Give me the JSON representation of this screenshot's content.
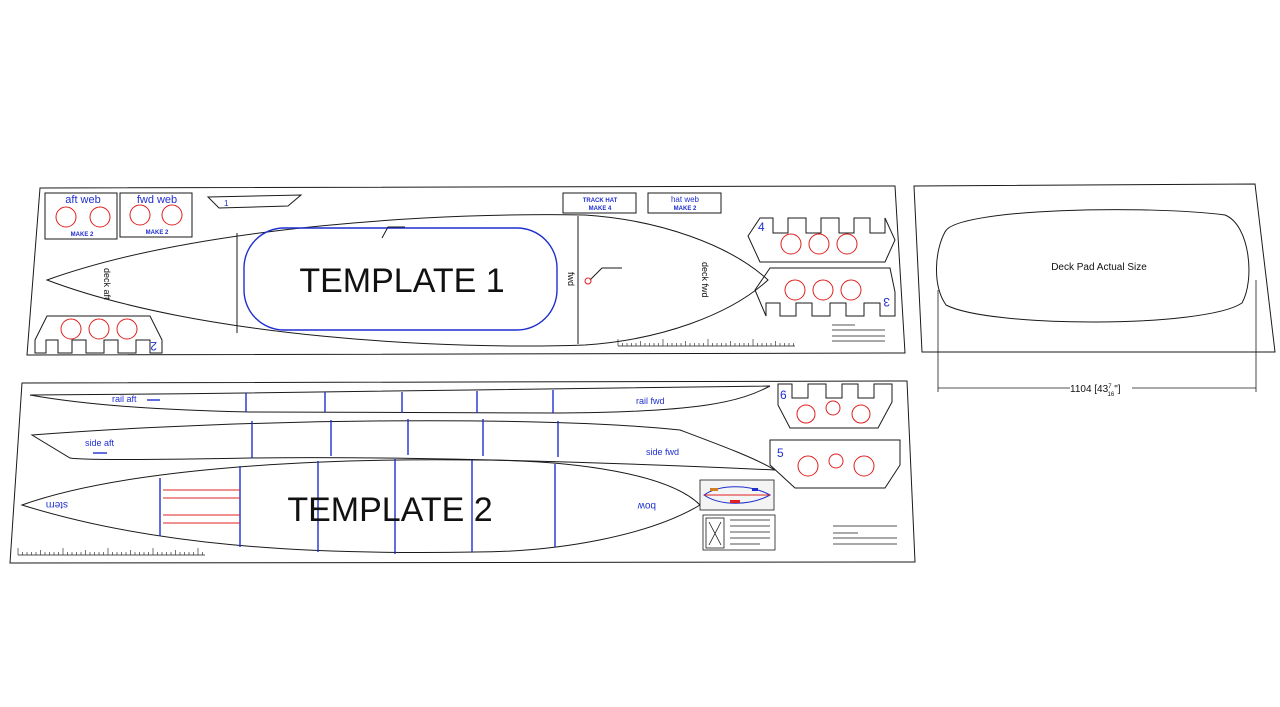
{
  "template1": {
    "title": "TEMPLATE 1",
    "aft_web": "aft web",
    "aft_web_make": "MAKE 2",
    "fwd_web": "fwd web",
    "fwd_web_make": "MAKE 2",
    "part_1": "1",
    "track_hat": "TRACK HAT",
    "track_hat_make": "MAKE 4",
    "hat_web": "hat web",
    "hat_web_make": "MAKE 2",
    "deck_aft": "deck aft",
    "deck_fwd": "deck fwd",
    "fwd": "fwd",
    "part_2": "2",
    "part_3": "3",
    "part_4": "4"
  },
  "template2": {
    "title": "TEMPLATE 2",
    "rail_aft": "rail aft",
    "rail_fwd": "rail fwd",
    "side_aft": "side aft",
    "side_fwd": "side fwd",
    "stern": "stern",
    "bow": "bow",
    "part_5": "5",
    "part_6": "6"
  },
  "deck_pad": {
    "label": "Deck Pad Actual Size",
    "dimension": "1104 [43",
    "dimension_num": "7",
    "dimension_den": "16",
    "dimension_end": "\"]"
  },
  "colors": {
    "line": "#1a1a1a",
    "blue": "#1f2fd0",
    "red": "#e02020"
  }
}
